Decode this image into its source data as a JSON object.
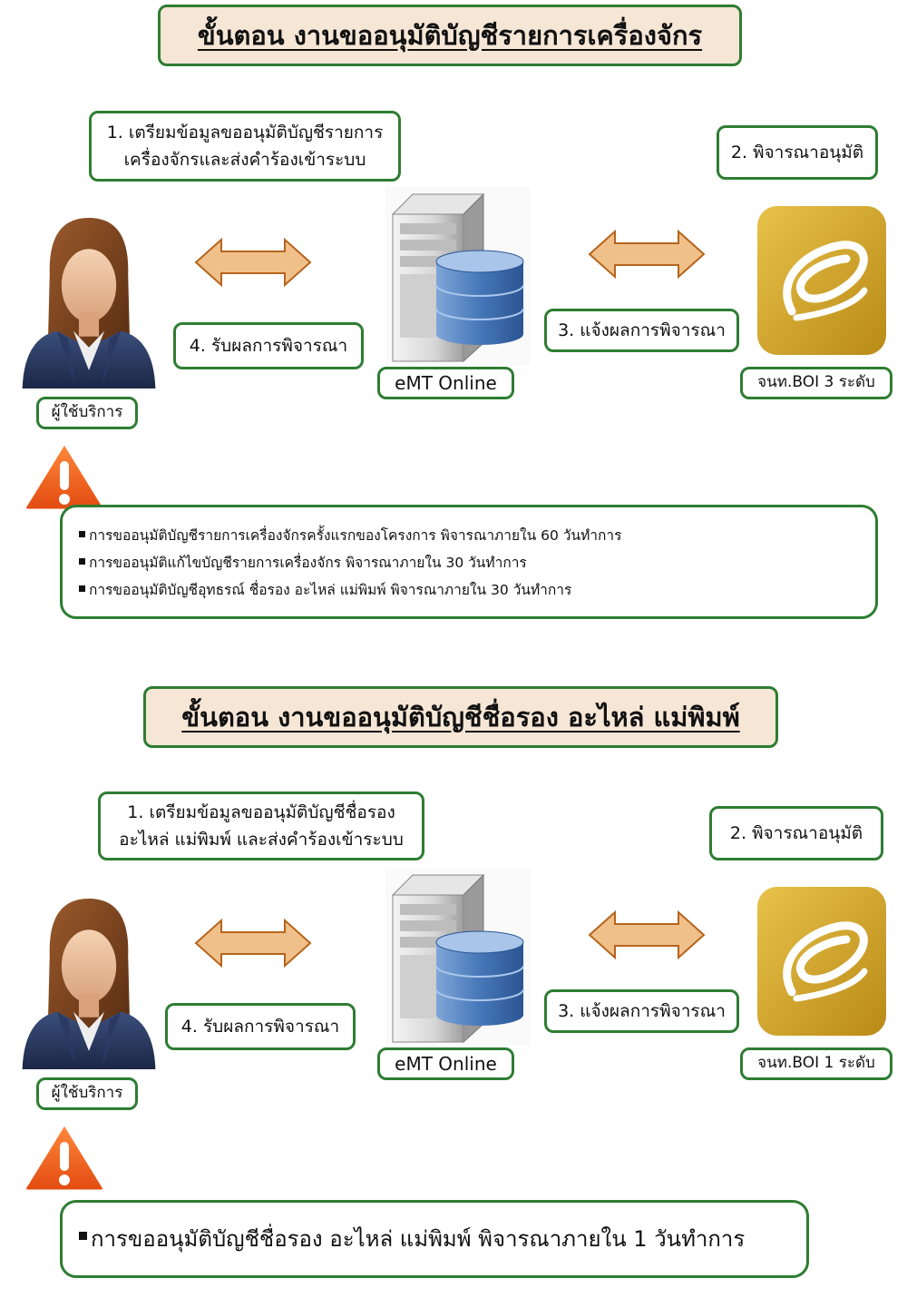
{
  "colors": {
    "border": "#2e7d32",
    "title_bg": "#f6e6d6",
    "arrow_fill": "#f0c08a",
    "arrow_stroke": "#b5651d",
    "app_gold": "#d4a824"
  },
  "section1": {
    "title": "ขั้นตอน งานขออนุมัติบัญชีรายการเครื่องจักร",
    "step1_line1": "1. เตรียมข้อมูลขออนุมัติบัญชีรายการ",
    "step1_line2": "เครื่องจักรและส่งคำร้องเข้าระบบ",
    "step2": "2. พิจารณาอนุมัติ",
    "step3": "3. แจ้งผลการพิจารณา",
    "step4": "4. รับผลการพิจารณา",
    "server_label": "eMT Online",
    "user_label": "ผู้ใช้บริการ",
    "officer_label": "จนท.BOI 3 ระดับ",
    "notes": [
      "การขออนุมัติบัญชีรายการเครื่องจักรครั้งแรกของโครงการ พิจารณาภายใน 60 วันทำการ",
      "การขออนุมัติแก้ไขบัญชีรายการเครื่องจักร พิจารณาภายใน 30 วันทำการ",
      "การขออนุมัติบัญชีอุทธรณ์ ชื่อรอง อะไหล่ แม่พิมพ์ พิจารณาภายใน 30 วันทำการ"
    ]
  },
  "section2": {
    "title": "ขั้นตอน งานขออนุมัติบัญชีชื่อรอง อะไหล่ แม่พิมพ์",
    "step1_line1": "1. เตรียมข้อมูลขออนุมัติบัญชีชื่อรอง",
    "step1_line2": "อะไหล่ แม่พิมพ์ และส่งคำร้องเข้าระบบ",
    "step2": "2. พิจารณาอนุมัติ",
    "step3": "3. แจ้งผลการพิจารณา",
    "step4": "4. รับผลการพิจารณา",
    "server_label": "eMT Online",
    "user_label": "ผู้ใช้บริการ",
    "officer_label": "จนท.BOI 1 ระดับ",
    "notes": [
      "การขออนุมัติบัญชีชื่อรอง อะไหล่ แม่พิมพ์ พิจารณาภายใน 1 วันทำการ"
    ]
  }
}
